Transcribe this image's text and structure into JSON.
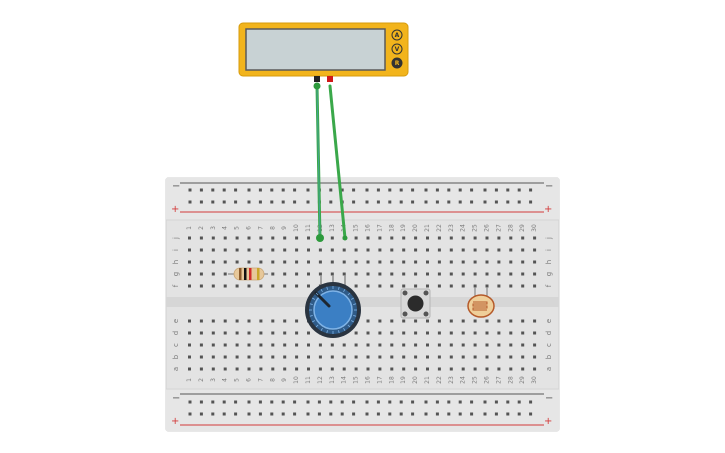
{
  "breadboard": {
    "columns": [
      "1",
      "2",
      "3",
      "4",
      "5",
      "6",
      "7",
      "8",
      "9",
      "10",
      "11",
      "12",
      "13",
      "14",
      "15",
      "16",
      "17",
      "18",
      "19",
      "20",
      "21",
      "22",
      "23",
      "24",
      "25",
      "26",
      "27",
      "28",
      "29",
      "30"
    ],
    "rows_top": [
      "j",
      "i",
      "h",
      "g",
      "f"
    ],
    "rows_bottom": [
      "e",
      "d",
      "c",
      "b",
      "a"
    ],
    "rail_negative": "−",
    "rail_positive": "+",
    "colors": {
      "board": "#e3e3e3",
      "rail_red": "#d33a3a",
      "rail_dark": "#555555",
      "hole": "#545454"
    }
  },
  "multimeter": {
    "mode_buttons": [
      "A",
      "V",
      "R"
    ],
    "active_mode": "R",
    "colors": {
      "body": "#f2b41c",
      "screen": "#c8d2d4",
      "probe_black": "#222222",
      "probe_red": "#d11919"
    }
  },
  "components": {
    "resistor": {
      "bands": [
        "#8a5a2b",
        "#111111",
        "#d22a2a",
        "#c9a62a"
      ]
    },
    "potentiometer": {
      "knob_color": "#3b7fc4"
    },
    "pushbutton": {},
    "photoresistor": {}
  },
  "wires": {
    "color": "#3aa84a",
    "tip_color": "#2d9a3c"
  }
}
